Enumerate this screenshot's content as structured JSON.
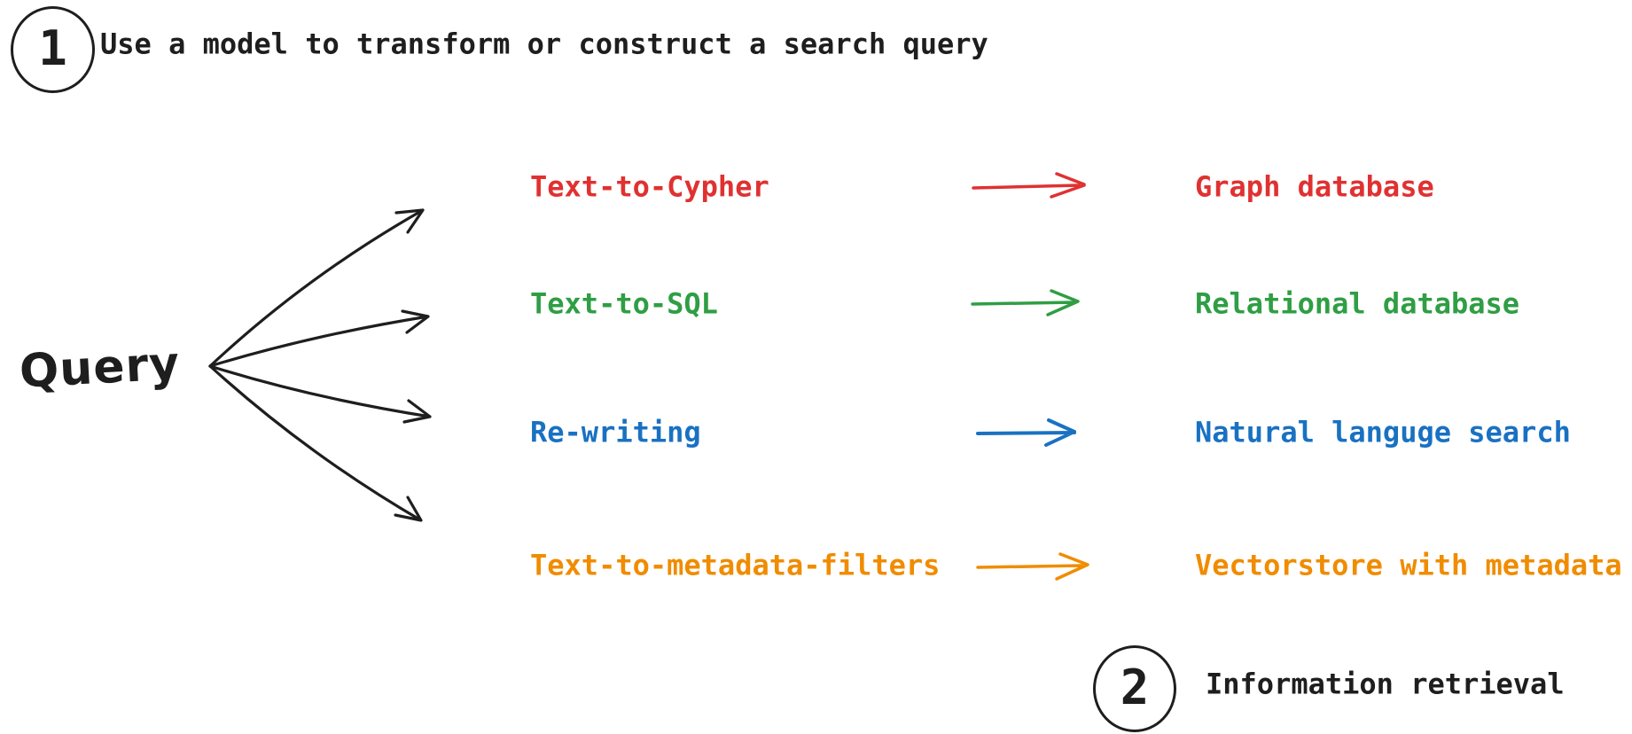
{
  "canvas": {
    "background": "#ffffff",
    "ink": "#1e1e1e"
  },
  "steps": [
    {
      "number": "1",
      "label": "Use a model to transform or construct a search query"
    },
    {
      "number": "2",
      "label": "Information retrieval"
    }
  ],
  "query": {
    "label": "Query"
  },
  "rows": [
    {
      "method": "Text-to-Cypher",
      "target": "Graph database",
      "color": "#e03131"
    },
    {
      "method": "Text-to-SQL",
      "target": "Relational database",
      "color": "#2f9e44"
    },
    {
      "method": "Re-writing",
      "target": "Natural languge search",
      "color": "#1971c2"
    },
    {
      "method": "Text-to-metadata-filters",
      "target": "Vectorstore with metadata",
      "color": "#f08c00"
    }
  ]
}
